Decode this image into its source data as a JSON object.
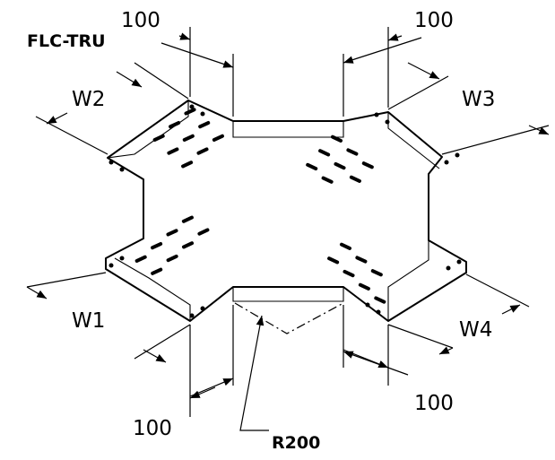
{
  "drawing": {
    "code": "FLC-TRU",
    "top_left_dim": "100",
    "top_right_dim": "100",
    "bottom_left_dim": "100",
    "bottom_right_dim": "100",
    "w1": "W1",
    "w2": "W2",
    "w3": "W3",
    "w4": "W4",
    "radius": "R200"
  }
}
